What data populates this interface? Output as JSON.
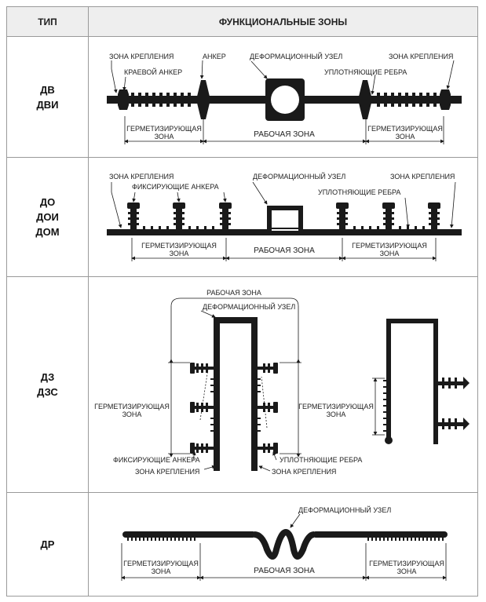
{
  "header": {
    "type_label": "ТИП",
    "zones_label": "ФУНКЦИОНАЛЬНЫЕ ЗОНЫ"
  },
  "rows": [
    {
      "codes": [
        "ДВ",
        "ДВИ"
      ],
      "labels": {
        "fixing_zone_left": "ЗОНА КРЕПЛЕНИЯ",
        "anchor": "АНКЕР",
        "deformation_node": "ДЕФОРМАЦИОННЫЙ УЗЕЛ",
        "fixing_zone_right": "ЗОНА КРЕПЛЕНИЯ",
        "edge_anchor": "КРАЕВОЙ АНКЕР",
        "sealing_ribs": "УПЛОТНЯЮЩИЕ РЕБРА",
        "sealing_zone_l1": "ГЕРМЕТИЗИРУЮЩАЯ",
        "sealing_zone_l2": "ЗОНА",
        "working_zone": "РАБОЧАЯ  ЗОНА",
        "sealing_zone_r1": "ГЕРМЕТИЗИРУЮЩАЯ",
        "sealing_zone_r2": "ЗОНА"
      }
    },
    {
      "codes": [
        "ДО",
        "ДОИ",
        "ДОМ"
      ],
      "labels": {
        "fixing_zone_left": "ЗОНА КРЕПЛЕНИЯ",
        "fixing_anchors": "ФИКСИРУЮЩИЕ АНКЕРА",
        "deformation_node": "ДЕФОРМАЦИОННЫЙ УЗЕЛ",
        "fixing_zone_right": "ЗОНА КРЕПЛЕНИЯ",
        "sealing_ribs": "УПЛОТНЯЮЩИЕ РЕБРА",
        "sealing_zone_l1": "ГЕРМЕТИЗИРУЮЩАЯ",
        "sealing_zone_l2": "ЗОНА",
        "working_zone": "РАБОЧАЯ ЗОНА",
        "sealing_zone_r1": "ГЕРМЕТИЗИРУЮЩАЯ",
        "sealing_zone_r2": "ЗОНА"
      }
    },
    {
      "codes": [
        "ДЗ",
        "ДЗС"
      ],
      "labels": {
        "working_zone": "РАБОЧАЯ ЗОНА",
        "deformation_node": "ДЕФОРМАЦИОННЫЙ УЗЕЛ",
        "sealing_zone_l1": "ГЕРМЕТИЗИРУЮЩАЯ",
        "sealing_zone_l2": "ЗОНА",
        "sealing_zone_r1": "ГЕРМЕТИЗИРУЮЩАЯ",
        "sealing_zone_r2": "ЗОНА",
        "fixing_anchors": "ФИКСИРУЮЩИЕ АНКЕРА",
        "sealing_ribs": "УПЛОТНЯЮЩИЕ РЕБРА",
        "fixing_zone_left": "ЗОНА КРЕПЛЕНИЯ",
        "fixing_zone_right": "ЗОНА КРЕПЛЕНИЯ"
      }
    },
    {
      "codes": [
        "ДР"
      ],
      "labels": {
        "deformation_node": "ДЕФОРМАЦИОННЫЙ УЗЕЛ",
        "sealing_zone_l1": "ГЕРМЕТИЗИРУЮЩАЯ",
        "sealing_zone_l2": "ЗОНА",
        "working_zone": "РАБОЧАЯ  ЗОНА",
        "sealing_zone_r1": "ГЕРМЕТИЗИРУЮЩАЯ",
        "sealing_zone_r2": "ЗОНА"
      }
    }
  ],
  "colors": {
    "line": "#1a1a1a",
    "border": "#9a9a9a",
    "header_bg": "#eeeeee"
  }
}
